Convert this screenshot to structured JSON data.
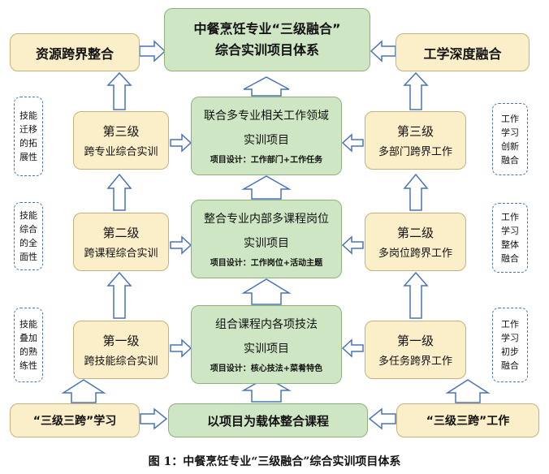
{
  "top": {
    "title_line1": "中餐烹饪专业“三级融合”",
    "title_line2": "综合实训项目体系",
    "left": "资源跨界整合",
    "right": "工学深度融合"
  },
  "center": {
    "level3": {
      "title": "联合多专业相关工作领域",
      "sub": "实训项目",
      "note": "项目设计：工作部门+工作任务"
    },
    "level2": {
      "title": "整合专业内部多课程岗位",
      "sub": "实训项目",
      "note": "项目设计：工作岗位+活动主题"
    },
    "level1": {
      "title": "组合课程内各项技法",
      "sub": "实训项目",
      "note": "项目设计：核心技法+菜肴特色"
    }
  },
  "left_col": {
    "level3": {
      "label": "第三级",
      "desc": "跨专业综合实训"
    },
    "level2": {
      "label": "第二级",
      "desc": "跨课程综合实训"
    },
    "level1": {
      "label": "第一级",
      "desc": "跨技能综合实训"
    }
  },
  "right_col": {
    "level3": {
      "label": "第三级",
      "desc": "多部门跨界工作"
    },
    "level2": {
      "label": "第二级",
      "desc": "多岗位跨界工作"
    },
    "level1": {
      "label": "第一级",
      "desc": "多任务跨界工作"
    }
  },
  "left_side": [
    "技能迁移的拓展性",
    "技能综合的全面性",
    "技能叠加的熟练性"
  ],
  "right_side": [
    "工作学习创新融合",
    "工作学习整体融合",
    "工作学习初步融合"
  ],
  "bottom": {
    "left": "“三级三跨”学习",
    "center": "以项目为载体整合课程",
    "right": "“三级三跨”工作"
  },
  "caption": "图 1：中餐烹饪专业“三级融合”综合实训项目体系",
  "colors": {
    "green_fill": "#cfe6c4",
    "cream_fill": "#fbefc9",
    "arrow_blue": "#4a73b5",
    "side_border": "#4a73b5"
  }
}
